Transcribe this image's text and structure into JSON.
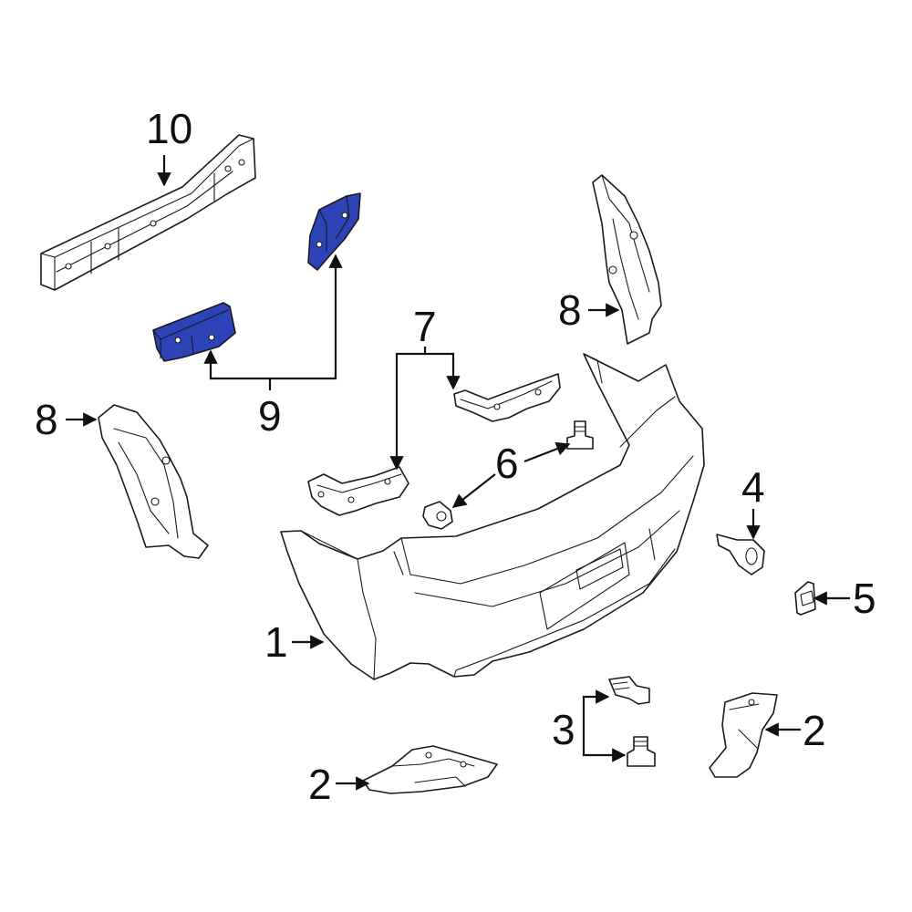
{
  "diagram": {
    "highlight_color": "#2E43B8",
    "line_color": "#1a1a1a",
    "callouts": {
      "c1": "1",
      "c2a": "2",
      "c2b": "2",
      "c3": "3",
      "c4": "4",
      "c5": "5",
      "c6": "6",
      "c7": "7",
      "c8a": "8",
      "c8b": "8",
      "c9": "9",
      "c10": "10"
    }
  }
}
